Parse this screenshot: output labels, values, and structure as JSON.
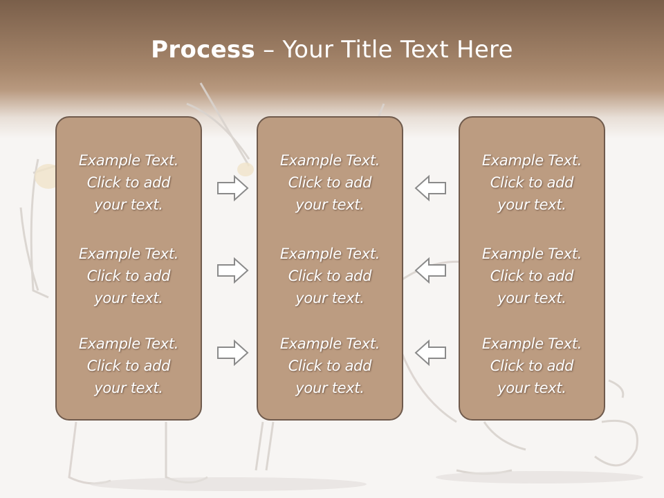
{
  "slide": {
    "title_bold": "Process",
    "title_rest": " – Your Title Text Here"
  },
  "columns": [
    {
      "items": [
        {
          "line1": "Example Text.",
          "line2": "Click  to add",
          "line3": "your text."
        },
        {
          "line1": "Example Text.",
          "line2": "Click  to add",
          "line3": "your text."
        },
        {
          "line1": "Example Text.",
          "line2": "Click  to add",
          "line3": "your text."
        }
      ]
    },
    {
      "items": [
        {
          "line1": "Example Text.",
          "line2": "Click  to add",
          "line3": "your text."
        },
        {
          "line1": "Example Text.",
          "line2": "Click  to add",
          "line3": "your text."
        },
        {
          "line1": "Example Text.",
          "line2": "Click  to add",
          "line3": "your text."
        }
      ]
    },
    {
      "items": [
        {
          "line1": "Example Text.",
          "line2": "Click  to add",
          "line3": "your text."
        },
        {
          "line1": "Example Text.",
          "line2": "Click  to add",
          "line3": "your text."
        },
        {
          "line1": "Example Text.",
          "line2": "Click  to add",
          "line3": "your text."
        }
      ]
    }
  ],
  "icons": {
    "left_arrows": "arrow-right-icon",
    "right_arrows": "arrow-left-icon"
  },
  "colors": {
    "header": "#a7876c",
    "box_fill": "#bc9c81",
    "box_border": "#6f5a4c",
    "text": "#ffffff"
  }
}
